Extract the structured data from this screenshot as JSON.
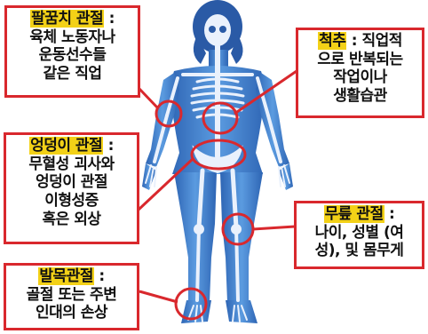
{
  "callouts": {
    "elbow": {
      "title": "팔꿈치 관절",
      "colon": " :",
      "lines": [
        "육체 노동자나",
        "운동선수들",
        "같은 직업"
      ]
    },
    "spine": {
      "title": "척추",
      "colon": " : 직업적",
      "lines": [
        "으로 반복되는",
        "작업이나",
        "생활습관"
      ]
    },
    "hip": {
      "title": "엉덩이 관절",
      "colon": " :",
      "lines": [
        "무혈성 괴사와",
        "엉덩이 관절",
        "이형성증",
        "혹은 외상"
      ]
    },
    "knee": {
      "title": "무릎 관절",
      "colon": " :",
      "lines": [
        "나이, 성별 (여",
        "성), 및 몸무게"
      ]
    },
    "ankle": {
      "title": "발목관절",
      "colon": " :",
      "lines": [
        "골절 또는 주변",
        "인대의 손상"
      ]
    }
  },
  "colors": {
    "accent_red": "#d9282d",
    "highlight_yellow": "#f3d117",
    "body_blue": "#3d7fcf",
    "body_dark": "#1f4f96",
    "bone_light": "#e9f0fb"
  }
}
